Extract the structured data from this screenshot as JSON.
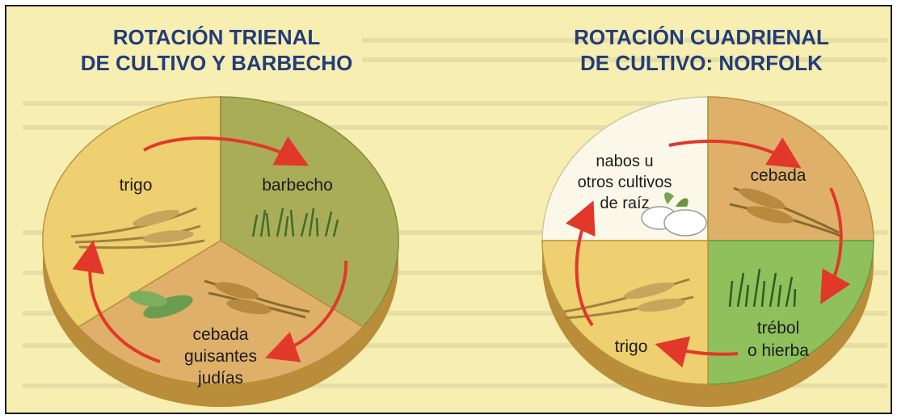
{
  "left_diagram": {
    "title_line1": "ROTACIÓN TRIENAL",
    "title_line2": "DE CULTIVO Y BARBECHO",
    "sectors": {
      "top_left": "trigo",
      "top_right": "barbecho",
      "bottom_line1": "cebada",
      "bottom_line2": "guisantes",
      "bottom_line3": "judías"
    }
  },
  "right_diagram": {
    "title_line1": "ROTACIÓN CUADRIENAL",
    "title_line2": "DE CULTIVO: NORFOLK",
    "sectors": {
      "top_left_line1": "nabos u",
      "top_left_line2": "otros cultivos",
      "top_left_line3": "de raíz",
      "top_right": "cebada",
      "bottom_right_line1": "trébol",
      "bottom_right_line2": "o hierba",
      "bottom_left": "trigo"
    }
  },
  "colors": {
    "background": "#f7efb2",
    "title": "#233c7a",
    "arrow": "#e2382a",
    "wheat_sector": "#efd070",
    "fallow_sector": "#a9ad58",
    "barley_sector": "#dfb06a",
    "root_sector": "#fbf8ea",
    "clover_sector": "#8fc05c"
  }
}
